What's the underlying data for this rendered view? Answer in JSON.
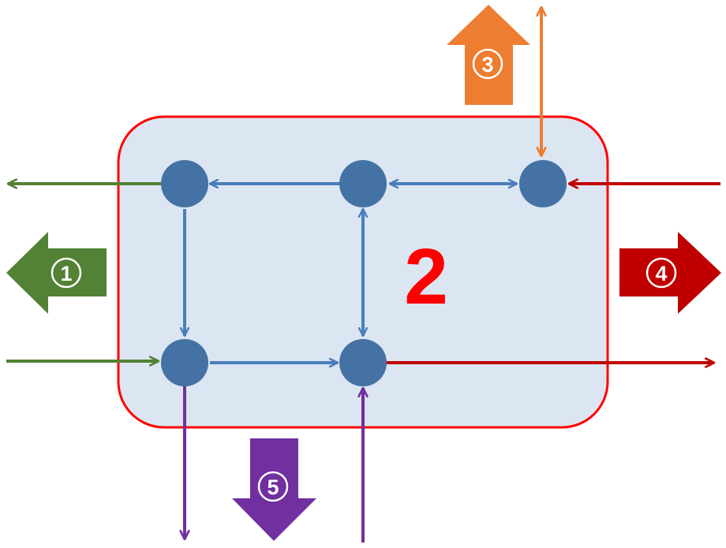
{
  "center_label": "2",
  "block_arrows": [
    {
      "id": "1",
      "label": "①",
      "direction": "left",
      "color": "#538135"
    },
    {
      "id": "3",
      "label": "③",
      "direction": "up",
      "color": "#ed7d31"
    },
    {
      "id": "4",
      "label": "④",
      "direction": "right",
      "color": "#c00000"
    },
    {
      "id": "5",
      "label": "⑤",
      "direction": "down",
      "color": "#7030a0"
    }
  ],
  "colors": {
    "box_fill": "#dce6f2",
    "box_stroke": "#ff0000",
    "node": "#4472a4",
    "internal_arrow": "#4a7ebb",
    "center_label": "#ff0000",
    "green": "#538135",
    "orange": "#ed7d31",
    "red": "#c00000",
    "purple": "#7030a0"
  }
}
